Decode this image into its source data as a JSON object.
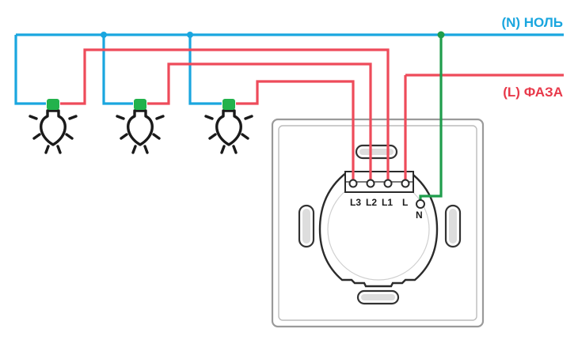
{
  "labels": {
    "neutral": "(N) НОЛЬ",
    "phase": "(L) ФАЗА"
  },
  "terminals": {
    "l3": "L3",
    "l2": "L2",
    "l1": "L1",
    "l": "L",
    "n": "N"
  },
  "colors": {
    "neutral_wire": "#1aa6df",
    "phase_wire": "#ee4b5a",
    "ground_link": "#1f9d4c",
    "bulb_cap": "#22b24c"
  },
  "bulb_count": 3
}
